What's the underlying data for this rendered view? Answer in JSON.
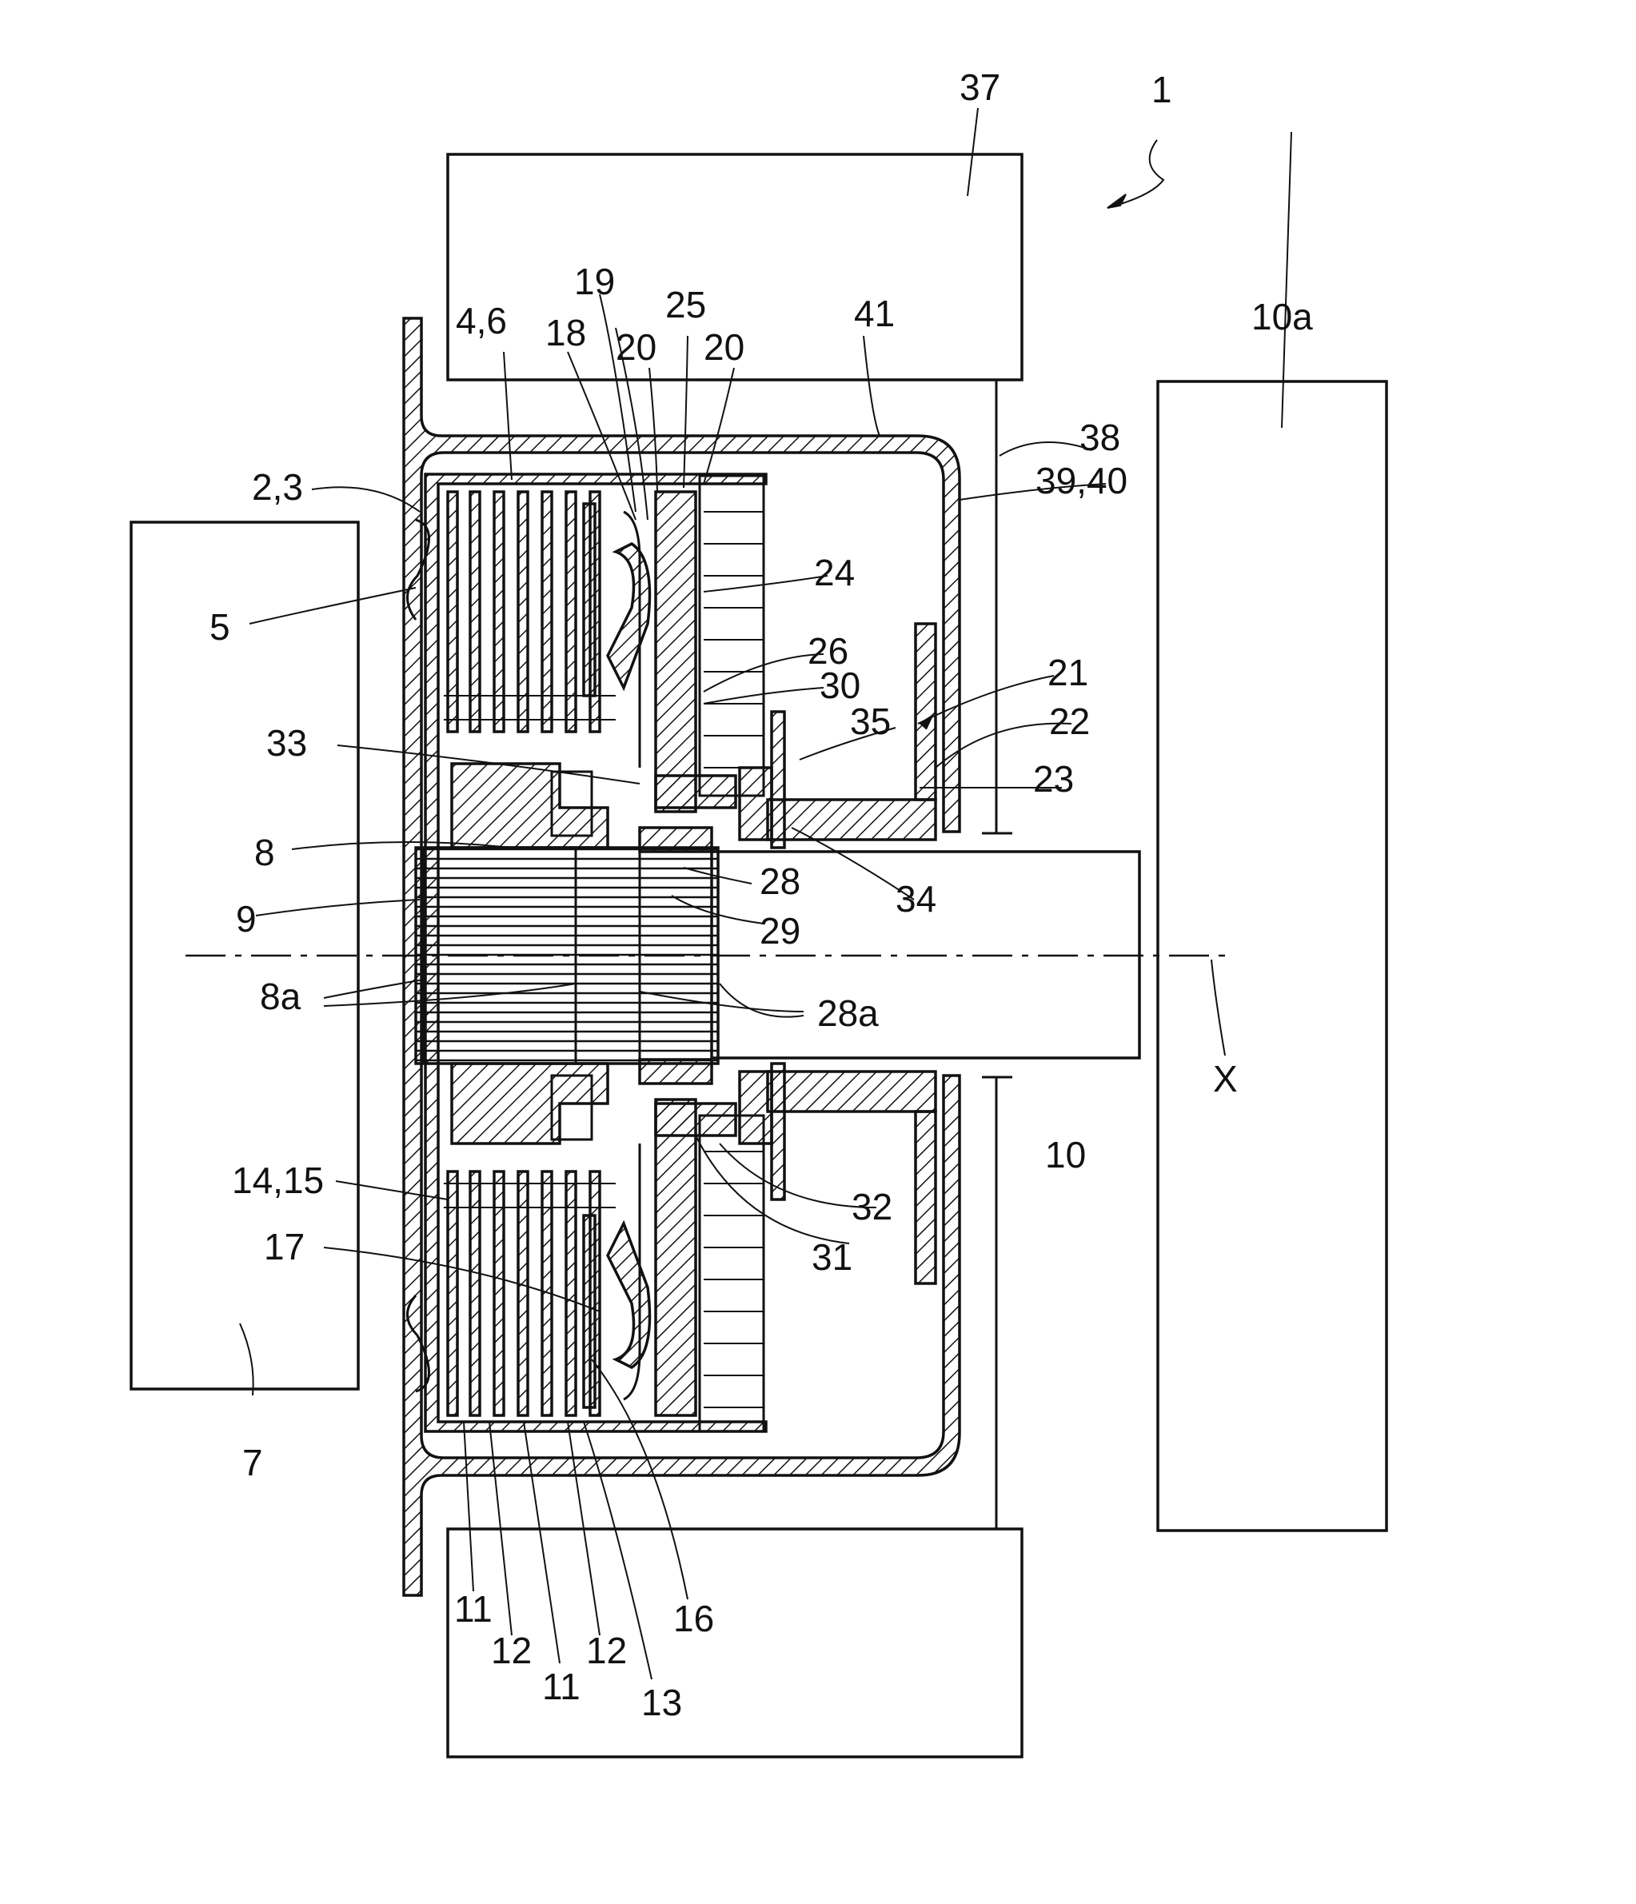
{
  "labels": {
    "l1": "1",
    "l37": "37",
    "l10a": "10a",
    "l41": "41",
    "l19": "19",
    "l25": "25",
    "l18": "18",
    "l20a": "20",
    "l20b": "20",
    "l46": "4,6",
    "l38": "38",
    "l3940": "39,40",
    "l23_": "2,3",
    "l24": "24",
    "l5": "5",
    "l26": "26",
    "l30": "30",
    "l21": "21",
    "l35": "35",
    "l22": "22",
    "l33": "33",
    "l23": "23",
    "l8": "8",
    "l28": "28",
    "l34": "34",
    "l9": "9",
    "l29": "29",
    "l8a": "8a",
    "l28a": "28a",
    "lX": "X",
    "l10": "10",
    "l1415": "14,15",
    "l32": "32",
    "l31": "31",
    "l17": "17",
    "l7": "7",
    "l11a": "11",
    "l12a": "12",
    "l11b": "11",
    "l12b": "12",
    "l13": "13",
    "l16": "16"
  }
}
